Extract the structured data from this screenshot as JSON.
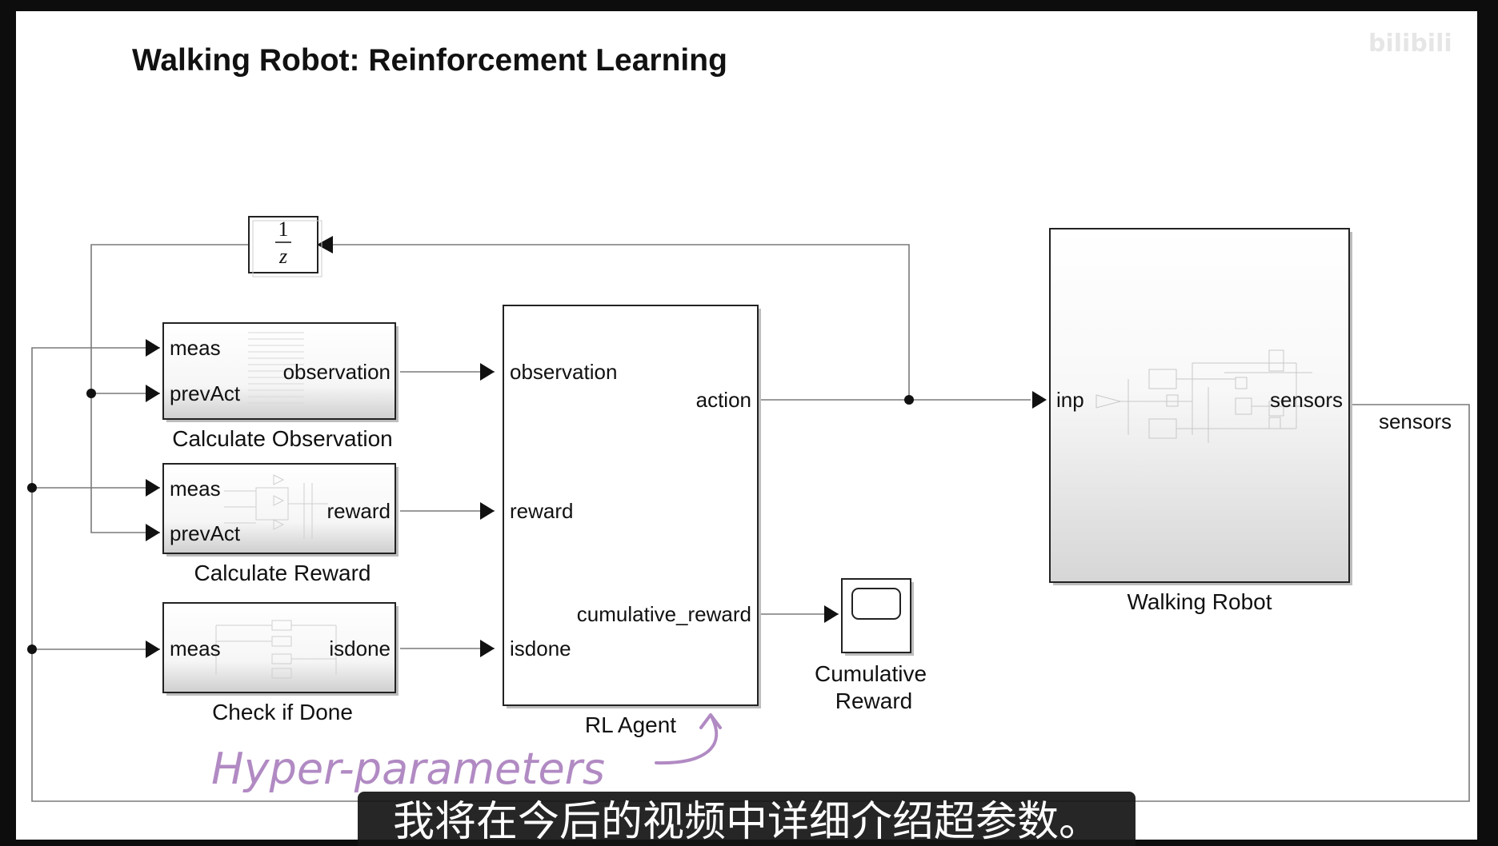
{
  "diagram": {
    "title": "Walking Robot: Reinforcement Learning",
    "delay_block": {
      "numerator": "1",
      "denominator": "z"
    },
    "calc_observation": {
      "label": "Calculate Observation",
      "in_ports": [
        "meas",
        "prevAct"
      ],
      "out_port": "observation"
    },
    "calc_reward": {
      "label": "Calculate Reward",
      "in_ports": [
        "meas",
        "prevAct"
      ],
      "out_port": "reward"
    },
    "check_done": {
      "label": "Check if Done",
      "in_port": "meas",
      "out_port": "isdone"
    },
    "rl_agent": {
      "label": "RL Agent",
      "in_ports": [
        "observation",
        "reward",
        "isdone"
      ],
      "out_ports": [
        "action",
        "cumulative_reward"
      ]
    },
    "scope": {
      "label_line1": "Cumulative",
      "label_line2": "Reward"
    },
    "walking_robot": {
      "label": "Walking Robot",
      "in_port": "inp",
      "out_port": "sensors"
    },
    "signal_label": "sensors",
    "annotation": "Hyper-parameters"
  },
  "subtitle": "我将在今后的视频中详细介绍超参数。",
  "watermark": "bilibili",
  "colors": {
    "annotation": "#b18ac3",
    "line": "#7a7a7a",
    "block_border": "#222222"
  }
}
